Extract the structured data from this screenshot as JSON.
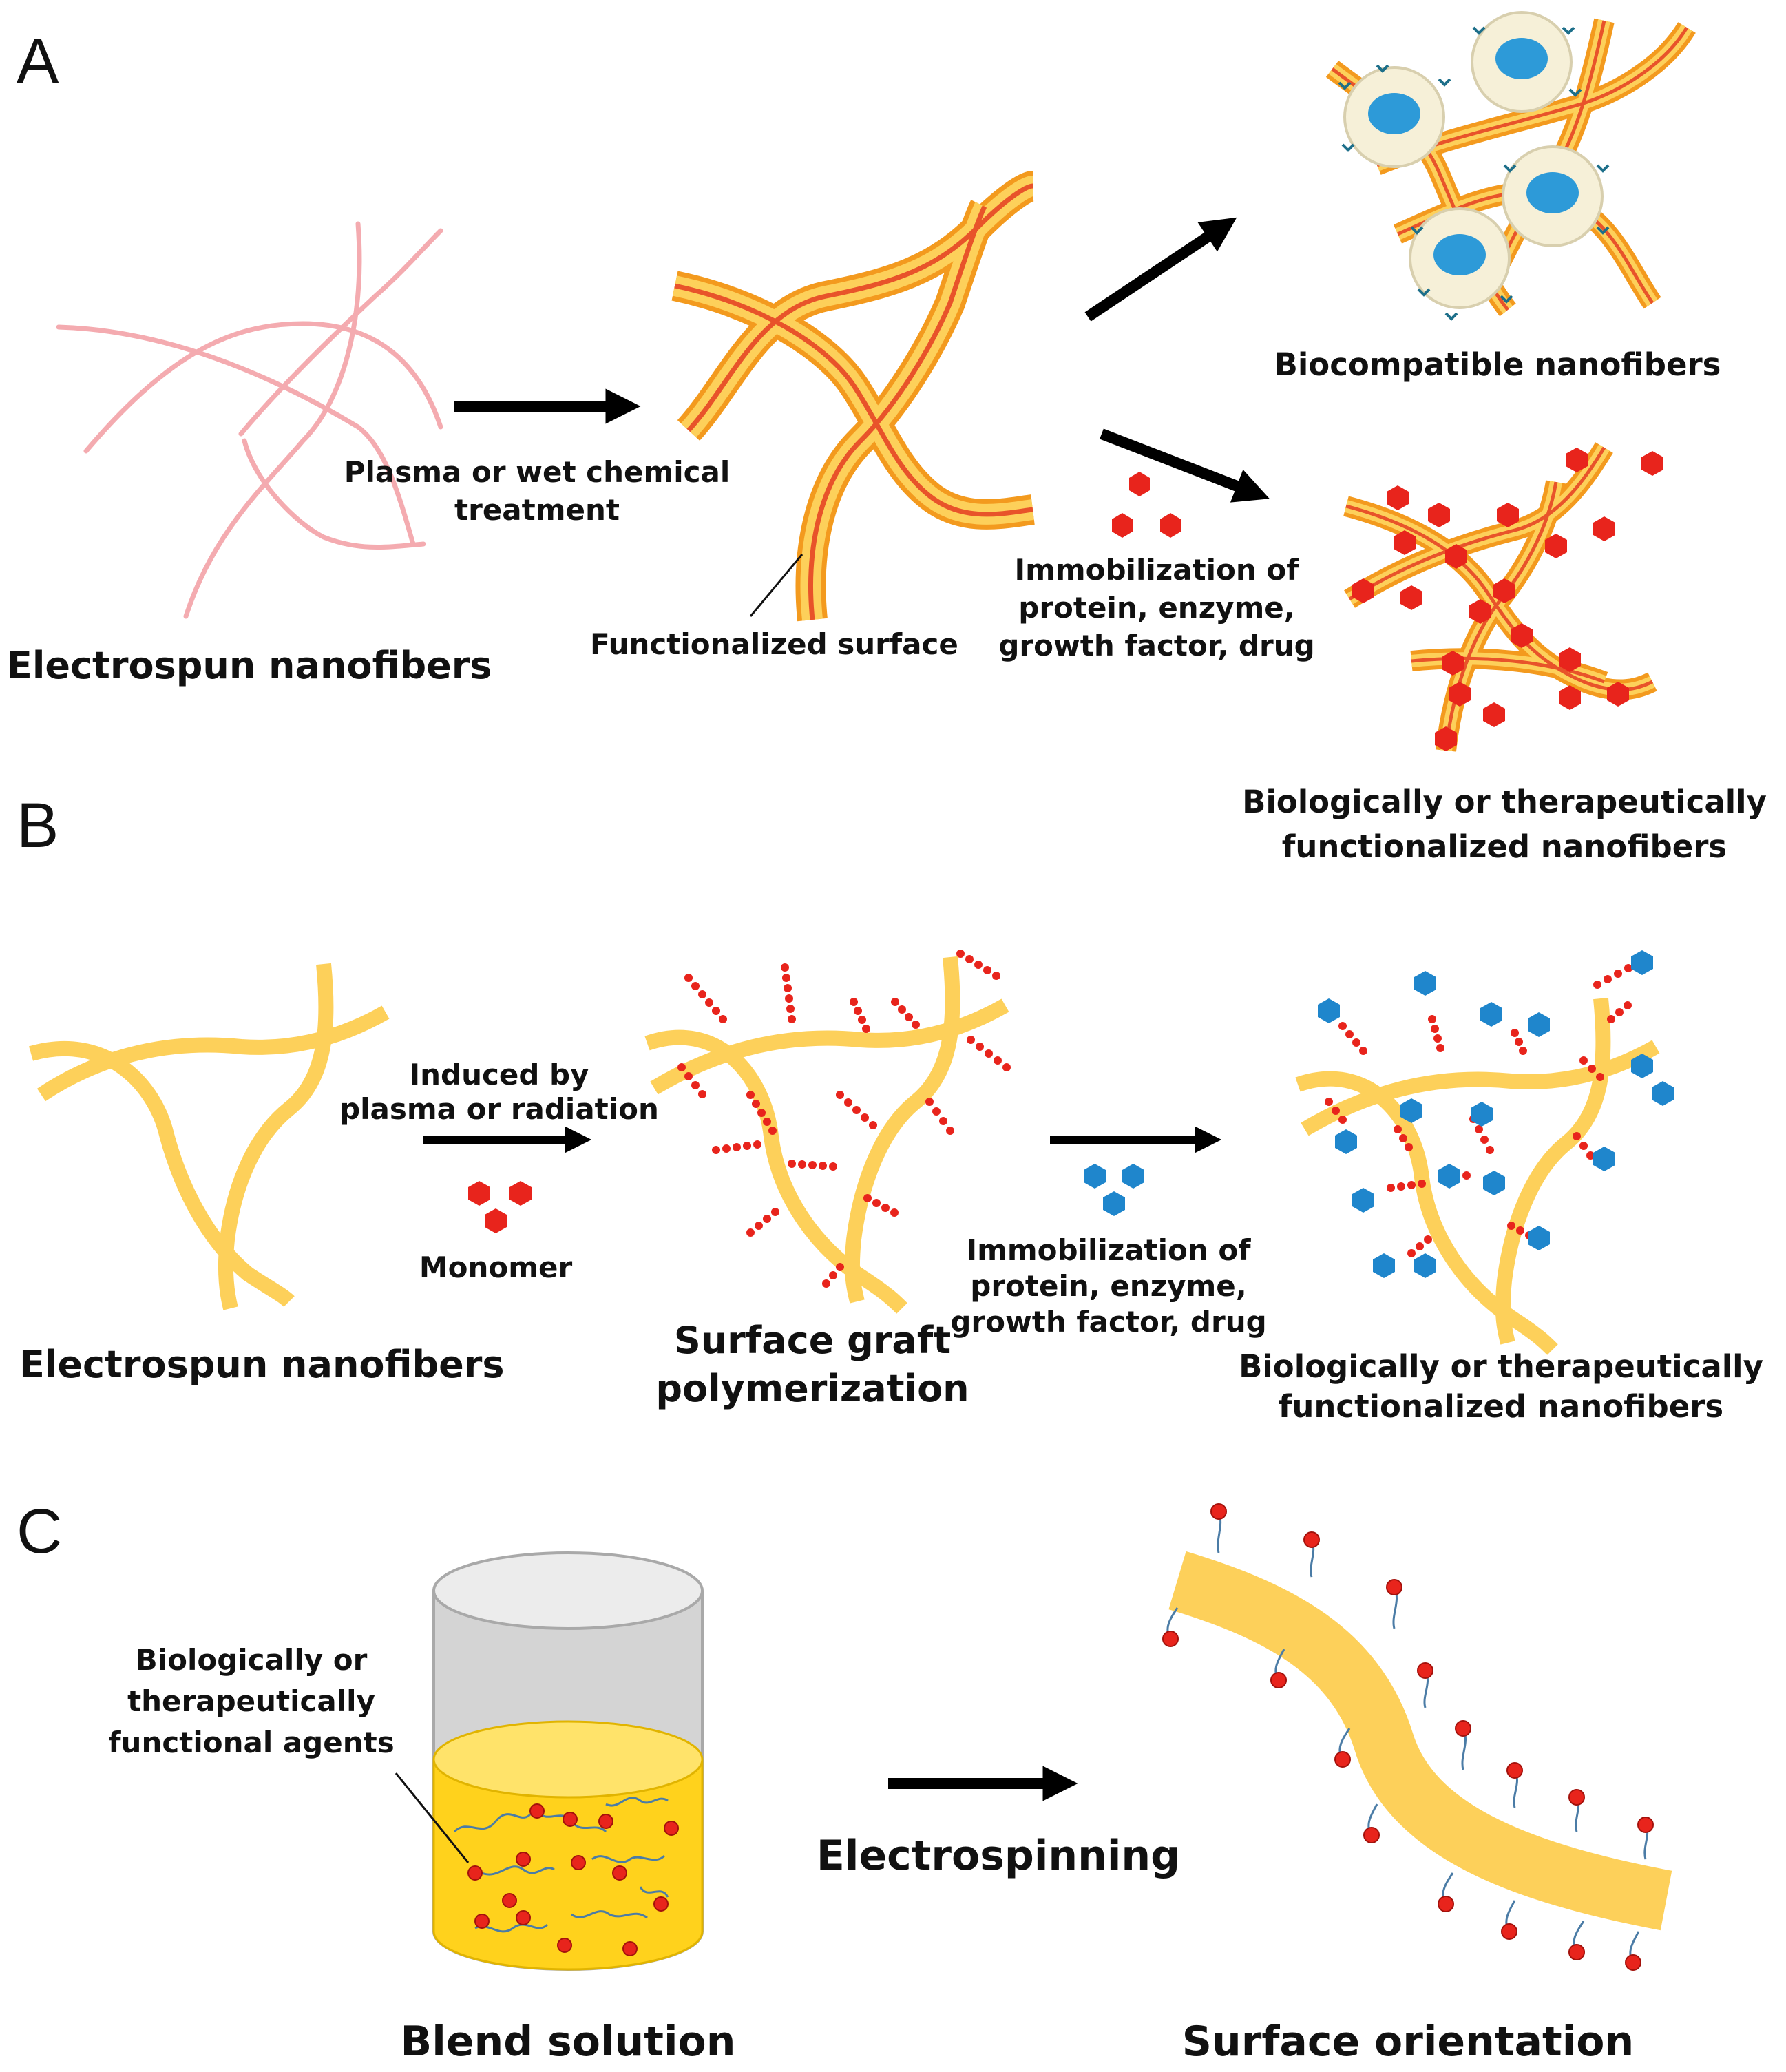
{
  "panels": {
    "a": {
      "letter": "A",
      "start_label": "Electrospun nanofibers",
      "treatment_label": [
        "Plasma or wet chemical",
        "treatment"
      ],
      "functionalized_label": "Functionalized surface",
      "biocompatible_label": "Biocompatible nanofibers",
      "immobilization_label": [
        "Immobilization of",
        "protein, enzyme,",
        "growth factor, drug"
      ],
      "result_label": [
        "Biologically or therapeutically",
        "functionalized nanofibers"
      ]
    },
    "b": {
      "letter": "B",
      "start_label": "Electrospun nanofibers",
      "induced_label": [
        "Induced by",
        "plasma or radiation"
      ],
      "monomer_label": "Monomer",
      "graft_label": [
        "Surface graft",
        "polymerization"
      ],
      "immobilization_label": [
        "Immobilization of",
        "protein, enzyme,",
        "growth factor, drug"
      ],
      "result_label": [
        "Biologically or therapeutically",
        "functionalized nanofibers"
      ]
    },
    "c": {
      "letter": "C",
      "agents_label": [
        "Biologically or",
        "therapeutically",
        "functional agents"
      ],
      "blend_label": "Blend solution",
      "process_label": "Electrospinning",
      "result_label": "Surface orientation"
    }
  },
  "colors": {
    "fiber_pink": "#f3a3a8",
    "fiber_yellow": "#fdd05a",
    "fiber_orange": "#f39a1e",
    "fiber_red_core": "#e8532a",
    "molecule_red": "#e8241c",
    "molecule_blue": "#1f86cc",
    "cell_body": "#f6f0d8",
    "cell_nucleus": "#2d9ad8",
    "solution_yellow": "#ffd21c",
    "beaker_gray": "#d4d4d4",
    "arrow": "#000000"
  }
}
